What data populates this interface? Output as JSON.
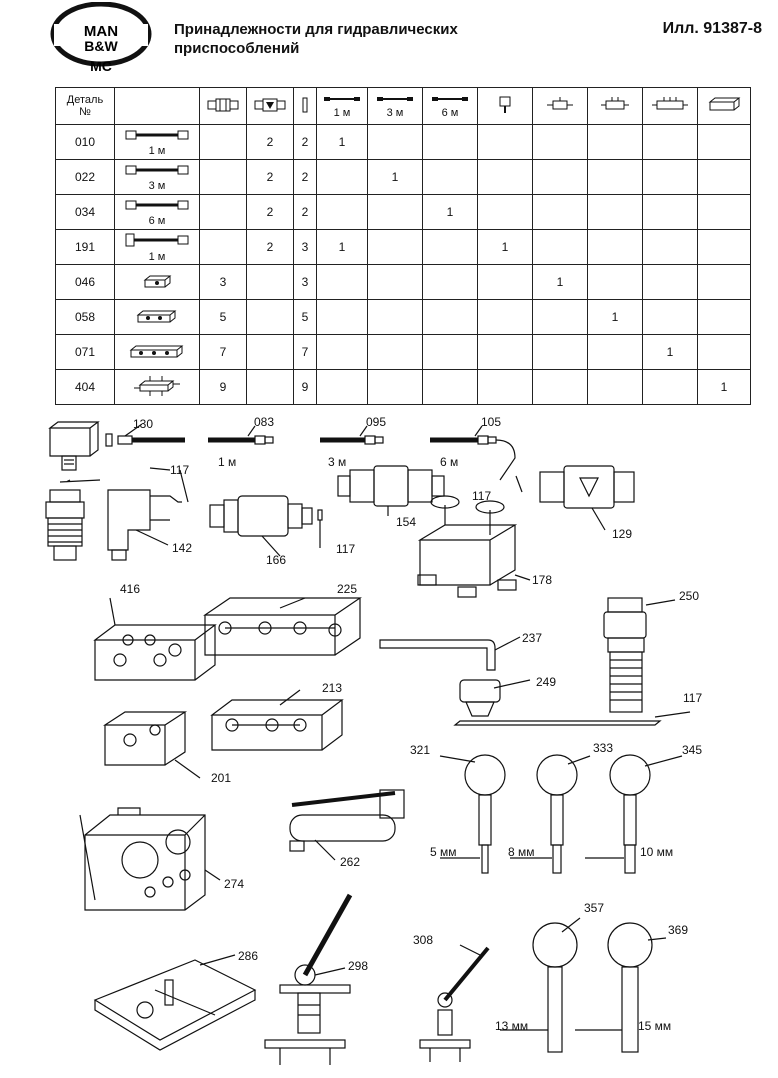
{
  "header": {
    "logo_top": "MAN",
    "logo_bottom": "B&W",
    "logo_sub": "MC",
    "title_line1": "Принадлежности для гидравлических",
    "title_line2": "приспособлений",
    "figure_ref": "Илл. 91387-8"
  },
  "table": {
    "col_header_label_line1": "Деталь",
    "col_header_label_line2": "№",
    "col_header_units": [
      "",
      "",
      "",
      "1 м",
      "3 м",
      "6 м",
      "",
      "",
      "",
      "",
      ""
    ],
    "rows": [
      {
        "part": "010",
        "img_label": "1 м",
        "cells": [
          "",
          "2",
          "2",
          "1",
          "",
          "",
          "",
          "",
          "",
          "",
          ""
        ]
      },
      {
        "part": "022",
        "img_label": "3 м",
        "cells": [
          "",
          "2",
          "2",
          "",
          "1",
          "",
          "",
          "",
          "",
          "",
          ""
        ]
      },
      {
        "part": "034",
        "img_label": "6 м",
        "cells": [
          "",
          "2",
          "2",
          "",
          "",
          "1",
          "",
          "",
          "",
          "",
          ""
        ]
      },
      {
        "part": "191",
        "img_label": "1 м",
        "cells": [
          "",
          "2",
          "3",
          "1",
          "",
          "",
          "1",
          "",
          "",
          "",
          ""
        ]
      },
      {
        "part": "046",
        "img_label": "",
        "cells": [
          "3",
          "",
          "3",
          "",
          "",
          "",
          "",
          "1",
          "",
          "",
          ""
        ]
      },
      {
        "part": "058",
        "img_label": "",
        "cells": [
          "5",
          "",
          "5",
          "",
          "",
          "",
          "",
          "",
          "1",
          "",
          ""
        ]
      },
      {
        "part": "071",
        "img_label": "",
        "cells": [
          "7",
          "",
          "7",
          "",
          "",
          "",
          "",
          "",
          "",
          "1",
          ""
        ]
      },
      {
        "part": "404",
        "img_label": "",
        "cells": [
          "9",
          "",
          "9",
          "",
          "",
          "",
          "",
          "",
          "",
          "",
          "1"
        ]
      }
    ]
  },
  "callouts": {
    "c130": "130",
    "c083": "083",
    "c095": "095",
    "c105": "105",
    "c117a": "117",
    "c117b": "117",
    "c117c": "117",
    "c117d": "117",
    "c142": "142",
    "c166": "166",
    "c154": "154",
    "c129": "129",
    "c178": "178",
    "c416": "416",
    "c225": "225",
    "c237": "237",
    "c250": "250",
    "c249": "249",
    "c213": "213",
    "c201": "201",
    "c321": "321",
    "c333": "333",
    "c345": "345",
    "c274": "274",
    "c262": "262",
    "c286": "286",
    "c298": "298",
    "c308": "308",
    "c357": "357",
    "c369": "369"
  },
  "dims": {
    "d083": "1 м",
    "d095": "3 м",
    "d105": "6 м",
    "d321": "5 мм",
    "d333": "8 мм",
    "d345": "10 мм",
    "d357": "13 мм",
    "d369": "15 мм"
  }
}
